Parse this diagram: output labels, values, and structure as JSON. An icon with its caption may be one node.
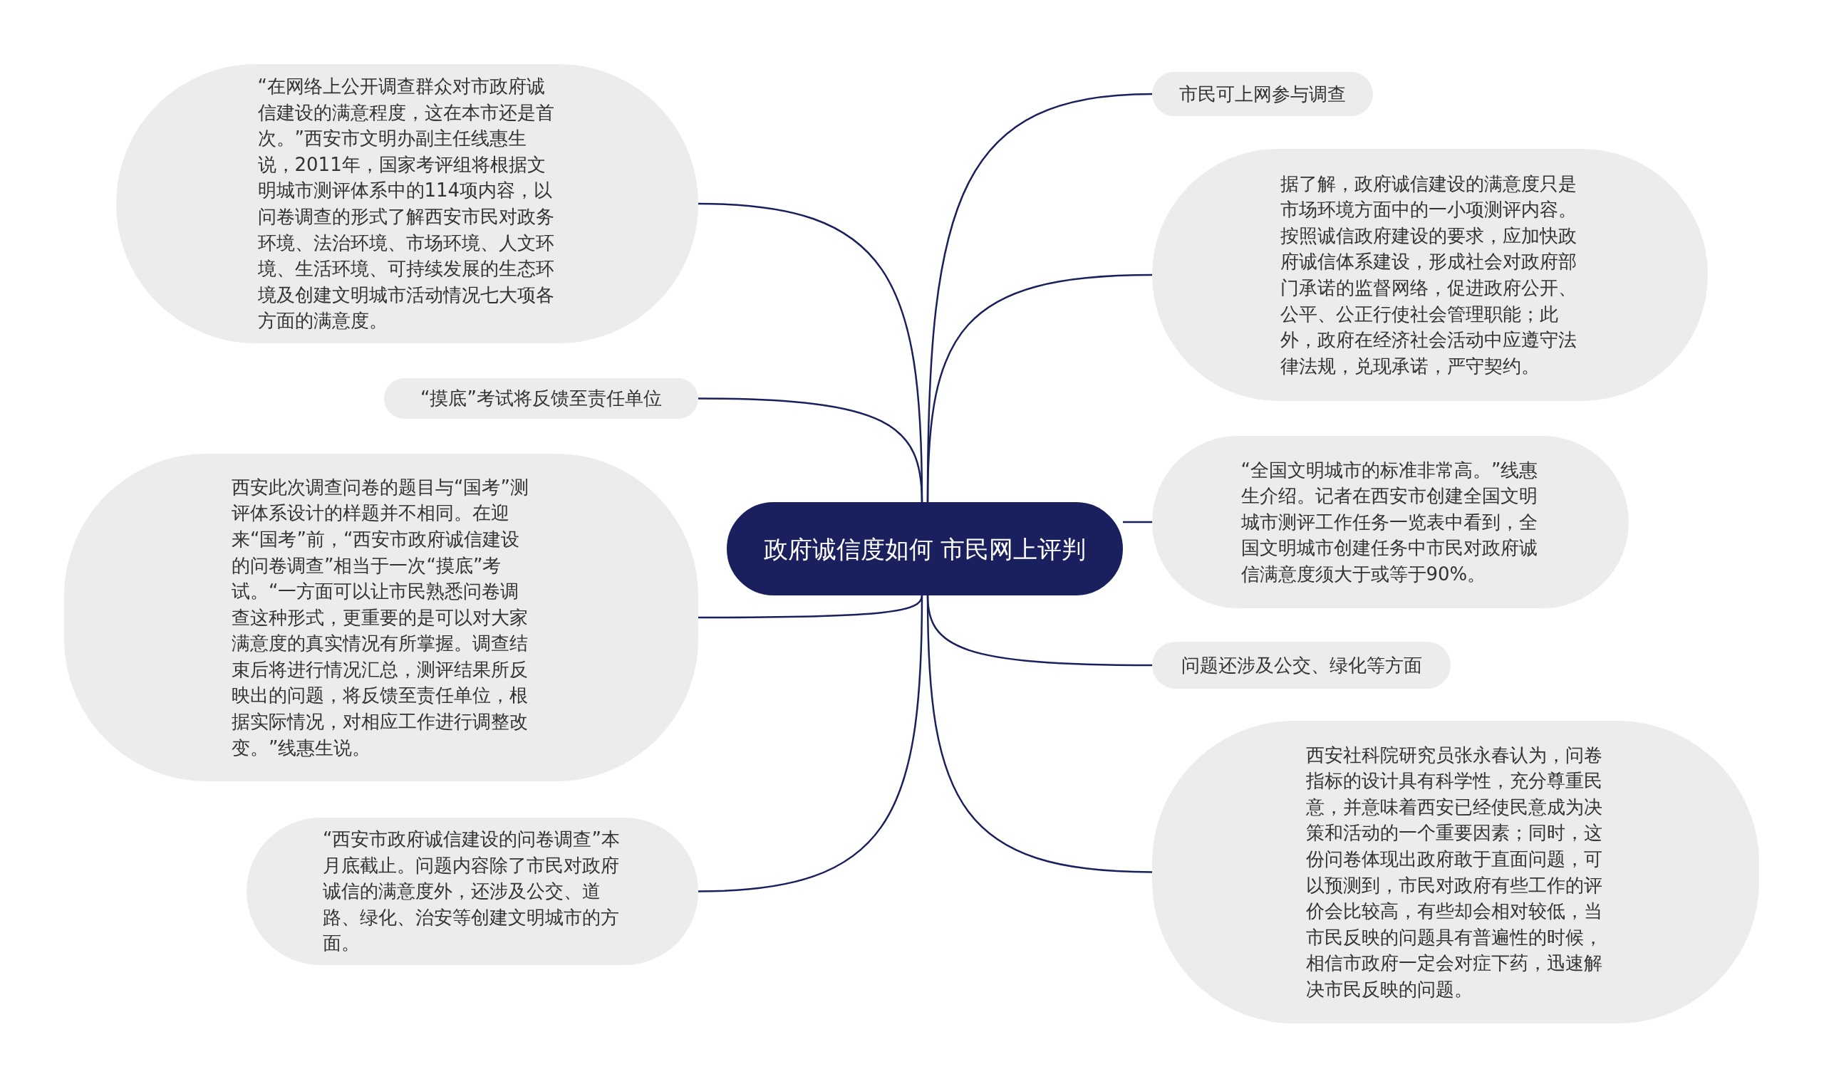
{
  "diagram": {
    "nodes": [
      {
        "text": [
          "政府诚信度如何 市民网上评判"
        ]
      },
      {
        "text": [
          "“在网络上公开调查群众对市政府诚信建设的满意程度，这在本市还是首次。”西安市文明办副主任线惠生说，2011年，国家考评组将根据文明城市测评体系中的114项内容，以问卷调查的形式了解西安市民对政务环境、法治环境、市场环境、人文环境、生活环境、可持续发展的生态环境及创建文明城市活动情况七大项各方面的满意度。"
        ]
      },
      {
        "text": [
          "“摸底”考试将反馈至责任单位"
        ]
      },
      {
        "text": [
          "西安此次调查问卷的题目与“国考”测评体系设计的样题并不相同。在迎来“国考”前，“西安市政府诚信建设的问卷调查”相当于一次“摸底”考试。“一方面可以让市民熟悉问卷调查这种形式，更重要的是可以对大家满意度的真实情况有所掌握。调查结束后将进行情况汇总，测评结果所反映出的问题，将反馈至责任单位，根据实际情况，对相应工作进行调整改变。”线惠生说。"
        ]
      },
      {
        "text": [
          "“西安市政府诚信建设的问卷调查”本月底截止。问题内容除了市民对政府诚信的满意度外，还涉及公交、道路、绿化、治安等创建文明城市的方面。"
        ]
      },
      {
        "text": [
          "市民可上网参与调查"
        ]
      },
      {
        "text": [
          "据了解，政府诚信建设的满意度只是市场环境方面中的一小项测评内容。按照诚信政府建设的要求，应加快政府诚信体系建设，形成社会对政府部门承诺的监督网络，促进政府公开、公平、公正行使社会管理职能；此外，政府在经济社会活动中应遵守法律法规，兑现承诺，严守契约。"
        ]
      },
      {
        "text": [
          "“全国文明城市的标准非常高。”线惠生介绍。记者在西安市创建全国文明城市测评工作任务一览表中看到，全国文明城市创建任务中市民对政府诚信满意度须大于或等于90%。"
        ]
      },
      {
        "text": [
          "问题还涉及公交、绿化等方面"
        ]
      },
      {
        "text": [
          "西安社科院研究员张永春认为，问卷指标的设计具有科学性，充分尊重民意，并意味着西安已经使民意成为决策和活动的一个重要因素；同时，这份问卷体现出政府敢于直面问题，可以预测到，市民对政府有些工作的评价会比较高，有些却会相对较低，当市民反映的问题具有普遍性的时候，相信市政府一定会对症下药，迅速解决市民反映的问题。"
        ]
      }
    ],
    "edges": [
      {
        "from": 0,
        "to": 1,
        "arrow": "none"
      },
      {
        "from": 0,
        "to": 2,
        "arrow": "none"
      },
      {
        "from": 0,
        "to": 3,
        "arrow": "none"
      },
      {
        "from": 0,
        "to": 4,
        "arrow": "none"
      },
      {
        "from": 0,
        "to": 5,
        "arrow": "none"
      },
      {
        "from": 0,
        "to": 6,
        "arrow": "none"
      },
      {
        "from": 0,
        "to": 7,
        "arrow": "none"
      },
      {
        "from": 0,
        "to": 8,
        "arrow": "none"
      },
      {
        "from": 0,
        "to": 9,
        "arrow": "none"
      }
    ]
  }
}
